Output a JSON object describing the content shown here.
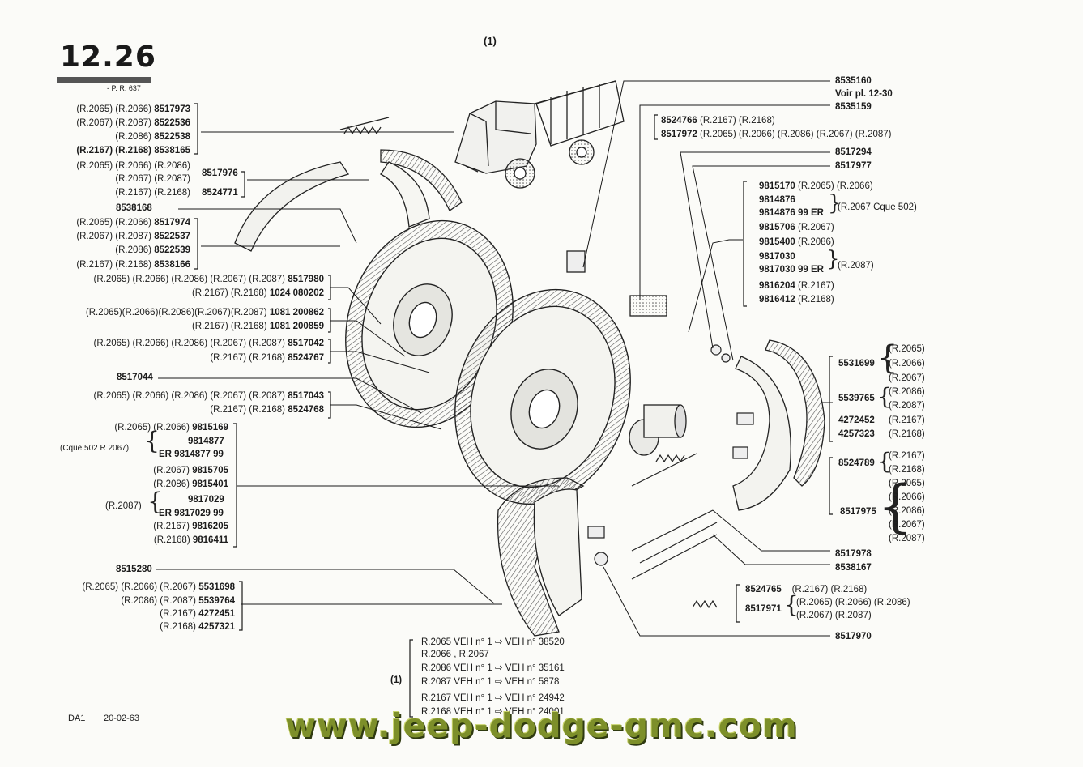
{
  "header": {
    "section": "12.26",
    "ref": "- P. R. 637",
    "note": "(1)",
    "code": "DA1",
    "date": "20-02-63"
  },
  "watermark": "www.jeep-dodge-gmc.com",
  "left_callouts": [
    {
      "models": "(R.2065) (R.2066)",
      "part": "8517973"
    },
    {
      "models": "(R.2067) (R.2087)",
      "part": "8522536"
    },
    {
      "models": "(R.2086)",
      "part": "8522538"
    },
    {
      "models": "(R.2167) (R.2168)",
      "part": "8538165"
    },
    {
      "models": "(R.2065) (R.2066) (R.2086)",
      "part": ""
    },
    {
      "models": "(R.2067) (R.2087)",
      "part": "8517976"
    },
    {
      "models": "(R.2167) (R.2168)",
      "part": "8524771"
    },
    {
      "models": "",
      "part": "8538168"
    },
    {
      "models": "(R.2065) (R.2066)",
      "part": "8517974"
    },
    {
      "models": "(R.2067) (R.2087)",
      "part": "8522537"
    },
    {
      "models": "(R.2086)",
      "part": "8522539"
    },
    {
      "models": "(R.2167) (R.2168)",
      "part": "8538166"
    },
    {
      "models": "(R.2065) (R.2066) (R.2086) (R.2067) (R.2087)",
      "part": "8517980"
    },
    {
      "models": "(R.2167) (R.2168)",
      "part": "1024 080202"
    },
    {
      "models": "(R.2065)(R.2066)(R.2086)(R.2067)(R.2087)",
      "part": "1081 200862"
    },
    {
      "models": "(R.2167) (R.2168)",
      "part": "1081 200859"
    },
    {
      "models": "(R.2065) (R.2066) (R.2086) (R.2067) (R.2087)",
      "part": "8517042"
    },
    {
      "models": "(R.2167) (R.2168)",
      "part": "8524767"
    },
    {
      "models": "",
      "part": "8517044"
    },
    {
      "models": "(R.2065) (R.2066) (R.2086) (R.2067) (R.2087)",
      "part": "8517043"
    },
    {
      "models": "(R.2167) (R.2168)",
      "part": "8524768"
    },
    {
      "models": "(R.2065) (R.2066)",
      "part": "9815169"
    },
    {
      "models": "",
      "part": "9814877"
    },
    {
      "models": "",
      "part": "ER 9814877 99"
    },
    {
      "models": "(R.2067)",
      "part": "9815705"
    },
    {
      "models": "(R.2086)",
      "part": "9815401"
    },
    {
      "models": "",
      "part": "9817029"
    },
    {
      "models": "",
      "part": "ER 9817029 99"
    },
    {
      "models": "(R.2167)",
      "part": "9816205"
    },
    {
      "models": "(R.2168)",
      "part": "9816411"
    },
    {
      "models": "",
      "part": "8515280"
    },
    {
      "models": "(R.2065) (R.2066) (R.2067)",
      "part": "5531698"
    },
    {
      "models": "(R.2086) (R.2087)",
      "part": "5539764"
    },
    {
      "models": "(R.2167)",
      "part": "4272451"
    },
    {
      "models": "(R.2168)",
      "part": "4257321"
    }
  ],
  "left_group_notes": {
    "cque": "(Cque 502 R 2067)",
    "r2087": "(R.2087)"
  },
  "right_callouts": {
    "top": [
      {
        "part": "8535160",
        "models": ""
      },
      {
        "part": "Voir pl. 12-30",
        "models": ""
      },
      {
        "part": "8535159",
        "models": ""
      }
    ],
    "pair1": [
      {
        "part": "8524766",
        "models": "(R.2167) (R.2168)"
      },
      {
        "part": "8517972",
        "models": "(R.2065) (R.2066) (R.2086) (R.2067) (R.2087)"
      }
    ],
    "mid": [
      {
        "part": "8517294",
        "models": ""
      },
      {
        "part": "8517977",
        "models": ""
      }
    ],
    "group9": [
      {
        "part": "9815170",
        "models": "(R.2065) (R.2066)"
      },
      {
        "part": "9814876",
        "models": ""
      },
      {
        "part": "9814876 99 ER",
        "models": ""
      },
      {
        "part": "9815706",
        "models": "(R.2067)"
      },
      {
        "part": "9815400",
        "models": "(R.2086)"
      },
      {
        "part": "9817030",
        "models": ""
      },
      {
        "part": "9817030 99 ER",
        "models": ""
      },
      {
        "part": "9816204",
        "models": "(R.2167)"
      },
      {
        "part": "9816412",
        "models": "(R.2168)"
      }
    ],
    "group9_notes": {
      "cque": "(R.2067 Cque 502)",
      "r2087": "(R.2087)"
    },
    "shoes": [
      {
        "part": "5531699",
        "models": [
          "(R.2065)",
          "(R.2066)",
          "(R.2067)"
        ]
      },
      {
        "part": "5539765",
        "models": [
          "(R.2086)",
          "(R.2087)"
        ]
      },
      {
        "part": "4272452",
        "models": [
          "(R.2167)"
        ]
      },
      {
        "part": "4257323",
        "models": [
          "(R.2168)"
        ]
      }
    ],
    "linings": [
      {
        "part": "8524789",
        "models": [
          "(R.2167)",
          "(R.2168)"
        ]
      },
      {
        "part": "8517975",
        "models": [
          "(R.2065)",
          "(R.2066)",
          "(R.2086)",
          "(R.2067)",
          "(R.2087)"
        ]
      }
    ],
    "bottom": [
      {
        "part": "8517978",
        "models": ""
      },
      {
        "part": "8538167",
        "models": ""
      }
    ],
    "springs": [
      {
        "part": "8524765",
        "models": "(R.2167) (R.2168)"
      },
      {
        "part": "8517971",
        "models": "(R.2065) (R.2066) (R.2086)"
      },
      {
        "part": "",
        "models": "(R.2067) (R.2087)"
      }
    ],
    "last": {
      "part": "8517970"
    }
  },
  "footnote": {
    "marker": "(1)",
    "lines": [
      "R.2065 VEH n° 1 ⇨ VEH n° 38520",
      "R.2066 , R.2067",
      "R.2086 VEH n° 1 ⇨ VEH n° 35161",
      "R.2087 VEH n° 1 ⇨ VEH n°   5878",
      "R.2167 VEH n° 1 ⇨ VEH n° 24942",
      "R.2168 VEH n° 1 ⇨ VEH n° 24001"
    ]
  }
}
